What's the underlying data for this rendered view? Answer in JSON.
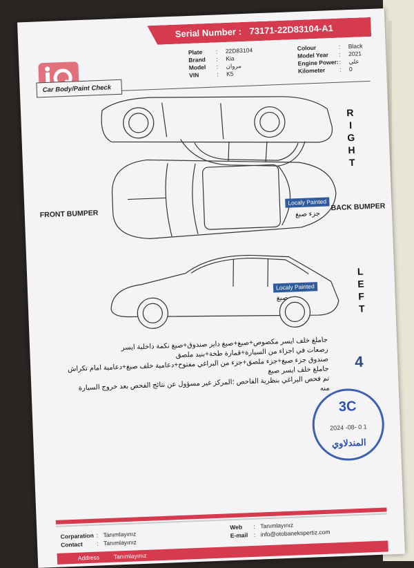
{
  "header": {
    "serial_label": "Serial Number :",
    "serial_value": "73171-22D83104-A1",
    "title": "Car Body/Paint Check",
    "logo_text": "iQ"
  },
  "vehicle_left": [
    {
      "key": "Plate",
      "value": "22D83104"
    },
    {
      "key": "Brand",
      "value": "Kia"
    },
    {
      "key": "Model",
      "value": "مروان"
    },
    {
      "key": "VIN",
      "value": "K5"
    }
  ],
  "vehicle_right": [
    {
      "key": "Colour",
      "value": "Black"
    },
    {
      "key": "Model Year",
      "value": "2021"
    },
    {
      "key": "Engine Power:",
      "value": "علي"
    },
    {
      "key": "Kilometer",
      "value": "0"
    }
  ],
  "views": {
    "front_bumper": "FRONT BUMPER",
    "back_bumper": "BACK BUMPER",
    "right_letters": [
      "R",
      "I",
      "G",
      "H",
      "T"
    ],
    "left_letters": [
      "L",
      "E",
      "F",
      "T"
    ]
  },
  "paint_marks": [
    {
      "tag": "Localy Painted",
      "arabic": "جزء صبغ"
    },
    {
      "tag": "Localy Painted",
      "arabic": "صبغ"
    }
  ],
  "notes": [
    "جاملغ خلف ايسر مكصوص+صبغ+صبغ داير صندوق+صبغ نكمة داخلية ايسر",
    "رصعات في اجزاء من السيارة+قمارة طخة+بنيد ملصق",
    "صندوق جزء صبغ+جزء ملصق+جزء من البراغي مفتوح+دعامية خلف صبغ+دعامية امام تكراش",
    "جاملغ خلف ايسر صبغ",
    "تم فحص البراغي بنظرية الفاحص ؛المركز غير مسؤول عن نتائج الفحص بعد خروج السيارة منه"
  ],
  "count": "4",
  "stamp": {
    "code": "3C",
    "date": "2024 -08- 0 1",
    "name": "المندلاوي"
  },
  "footer": {
    "corporation_label": "Corparation",
    "corporation_value": "Tanımlayınız",
    "contact_label": "Contact",
    "contact_value": "Tanımlayınız",
    "web_label": "Web",
    "web_value": "Tanımlayınız",
    "email_label": "E-mail",
    "email_value": "info@otobanekspertiz.com",
    "address_label": "Address",
    "address_value": "Tanımlayınız"
  },
  "colors": {
    "accent": "#d63a4e",
    "stamp": "#3d5fb0",
    "tag": "#2f5b9c"
  }
}
